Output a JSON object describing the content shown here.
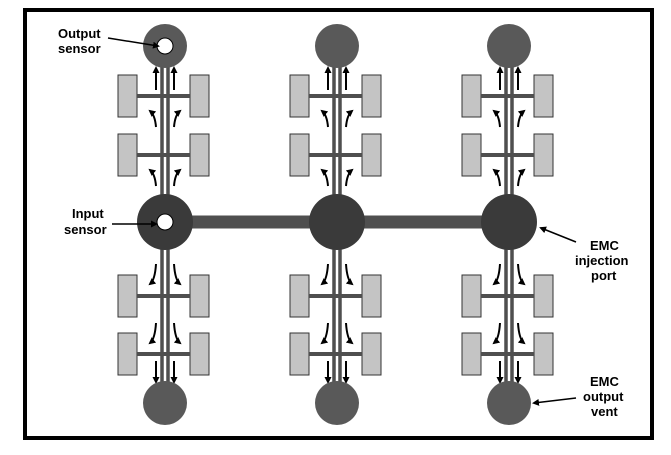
{
  "labels": {
    "output_sensor_line1": "Output",
    "output_sensor_line2": "sensor",
    "input_sensor_line1": "Input",
    "input_sensor_line2": "sensor",
    "emc_injection_line1": "EMC",
    "emc_injection_line2": "injection",
    "emc_injection_line3": "port",
    "emc_output_line1": "EMC",
    "emc_output_line2": "output",
    "emc_output_line3": "vent"
  },
  "colors": {
    "frame": "#000000",
    "dark_node": "#3a3a3a",
    "end_node": "#595959",
    "channel": "#4f4f4f",
    "electrode_fill": "#c4c4c4",
    "electrode_stroke": "#333333",
    "sensor_hole": "#ffffff",
    "arrow": "#000000"
  },
  "structure": {
    "columns": 3,
    "electrode_pairs_per_branch": 2,
    "branches_per_column": 2
  }
}
